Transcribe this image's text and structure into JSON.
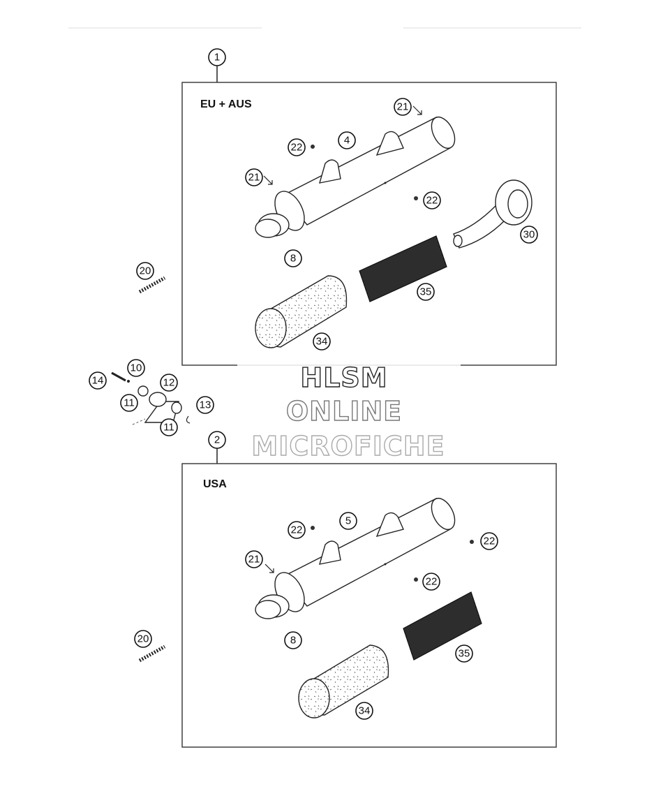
{
  "diagram": {
    "top_assembly": {
      "callout": "1",
      "region_label": "EU + AUS",
      "main_body_callout": "4"
    },
    "bottom_assembly": {
      "callout": "2",
      "region_label": "USA",
      "main_body_callout": "5"
    },
    "callouts": {
      "c8": "8",
      "c10": "10",
      "c11": "11",
      "c12": "12",
      "c13": "13",
      "c14": "14",
      "c20": "20",
      "c21": "21",
      "c22": "22",
      "c30": "30",
      "c34": "34",
      "c35": "35"
    }
  },
  "watermark": {
    "line1": "HLSM",
    "line2": "ONLINE",
    "line3": "MICROFICHE"
  }
}
